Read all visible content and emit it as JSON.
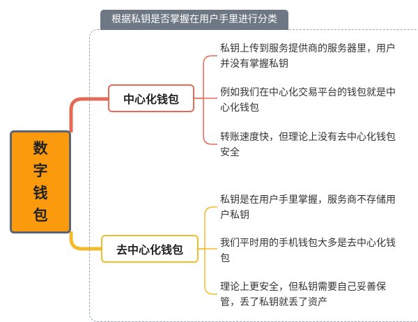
{
  "group": {
    "title": "根据私钥是否掌握在用户手里进行分类"
  },
  "root": {
    "label": "数字钱包"
  },
  "branches": [
    {
      "label": "中心化钱包",
      "color": "#e56a55",
      "leaves": [
        "私钥上传到服务提供商的服务器里，用户并没有掌握私钥",
        "例如我们在中心化交易平台的钱包就是中心化钱包",
        "转账速度快，但理论上没有去中心化钱包安全"
      ]
    },
    {
      "label": "去中心化钱包",
      "color": "#f3bb2a",
      "leaves": [
        "私钥是在用户手里掌握，服务商不存储用户私钥",
        "我们平时用的手机钱包大多是去中心化钱包",
        "理论上更安全，但私钥需要自己妥善保管，丢了私钥就丢了资产"
      ]
    }
  ],
  "colors": {
    "root_fill": "#fb9a0c",
    "root_border": "#5b6470",
    "group_header": "#6e7784"
  }
}
